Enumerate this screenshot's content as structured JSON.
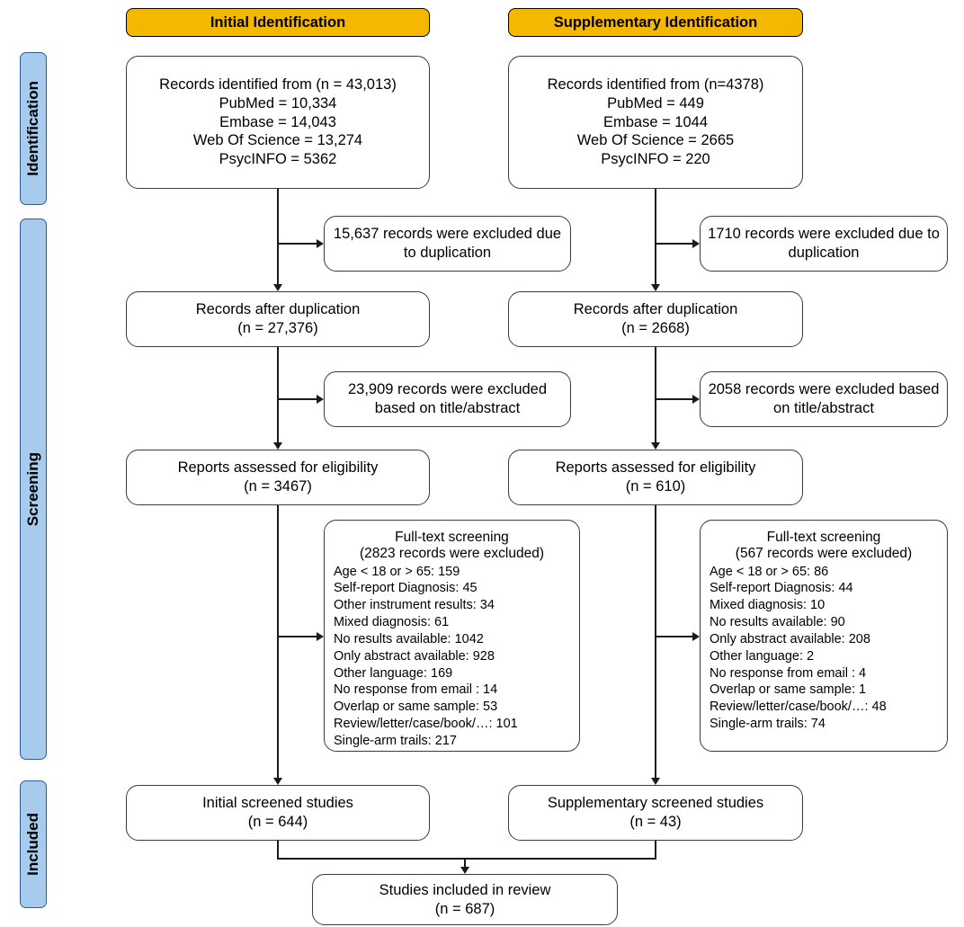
{
  "phases": [
    {
      "label": "Identification"
    },
    {
      "label": "Screening"
    },
    {
      "label": "Included"
    }
  ],
  "columns": {
    "initial": {
      "header": "Initial  Identification"
    },
    "supplementary": {
      "header": "Supplementary Identification"
    }
  },
  "identification": {
    "initial": {
      "title": "Records identified from  (n = 43,013)",
      "sources": [
        "PubMed = 10,334",
        "Embase = 14,043",
        "Web Of Science = 13,274",
        "PsycINFO = 5362"
      ]
    },
    "supplementary": {
      "title": "Records identified from  (n=4378)",
      "sources": [
        "PubMed = 449",
        "Embase = 1044",
        "Web Of Science = 2665",
        "PsycINFO = 220"
      ]
    }
  },
  "duplication_excluded": {
    "initial": "15,637 records were excluded due to duplication",
    "supplementary": "1710 records were excluded due to duplication"
  },
  "after_duplication": {
    "initial": {
      "line1": "Records after duplication",
      "line2": "(n = 27,376)"
    },
    "supplementary": {
      "line1": "Records after duplication",
      "line2": "(n = 2668)"
    }
  },
  "title_abstract_excluded": {
    "initial": "23,909 records were excluded based on title/abstract",
    "supplementary": "2058 records were excluded based on title/abstract"
  },
  "eligibility": {
    "initial": {
      "line1": "Reports assessed for eligibility",
      "line2": "(n = 3467)"
    },
    "supplementary": {
      "line1": "Reports assessed for eligibility",
      "line2": "(n = 610)"
    }
  },
  "fulltext": {
    "initial": {
      "title": "Full-text screening",
      "subtitle": "(2823 records were excluded)",
      "reasons": [
        "Age < 18 or > 65: 159",
        "Self-report Diagnosis: 45",
        "Other instrument results: 34",
        "Mixed diagnosis: 61",
        "No results available: 1042",
        "Only abstract available: 928",
        "Other language: 169",
        "No response from email : 14",
        "Overlap or same sample: 53",
        "Review/letter/case/book/…: 101",
        "Single-arm trails: 217"
      ]
    },
    "supplementary": {
      "title": "Full-text screening",
      "subtitle": "(567 records were excluded)",
      "reasons": [
        "Age < 18 or > 65: 86",
        "Self-report Diagnosis: 44",
        "Mixed diagnosis: 10",
        "No results available: 90",
        "Only abstract available: 208",
        "Other language: 2",
        "No response from email : 4",
        "Overlap or same sample: 1",
        "Review/letter/case/book/…: 48",
        "Single-arm trails: 74"
      ]
    }
  },
  "screened_studies": {
    "initial": {
      "line1": "Initial screened studies",
      "line2": "(n = 644)"
    },
    "supplementary": {
      "line1": "Supplementary screened studies",
      "line2": "(n = 43)"
    }
  },
  "included": {
    "line1": "Studies included in review",
    "line2": "(n = 687)"
  },
  "colors": {
    "header_fill": "#f5b800",
    "phase_fill": "#a6cbec",
    "phase_border": "#2f5d8f",
    "box_border": "#3a3a3a",
    "connector": "#1a1a1a"
  }
}
